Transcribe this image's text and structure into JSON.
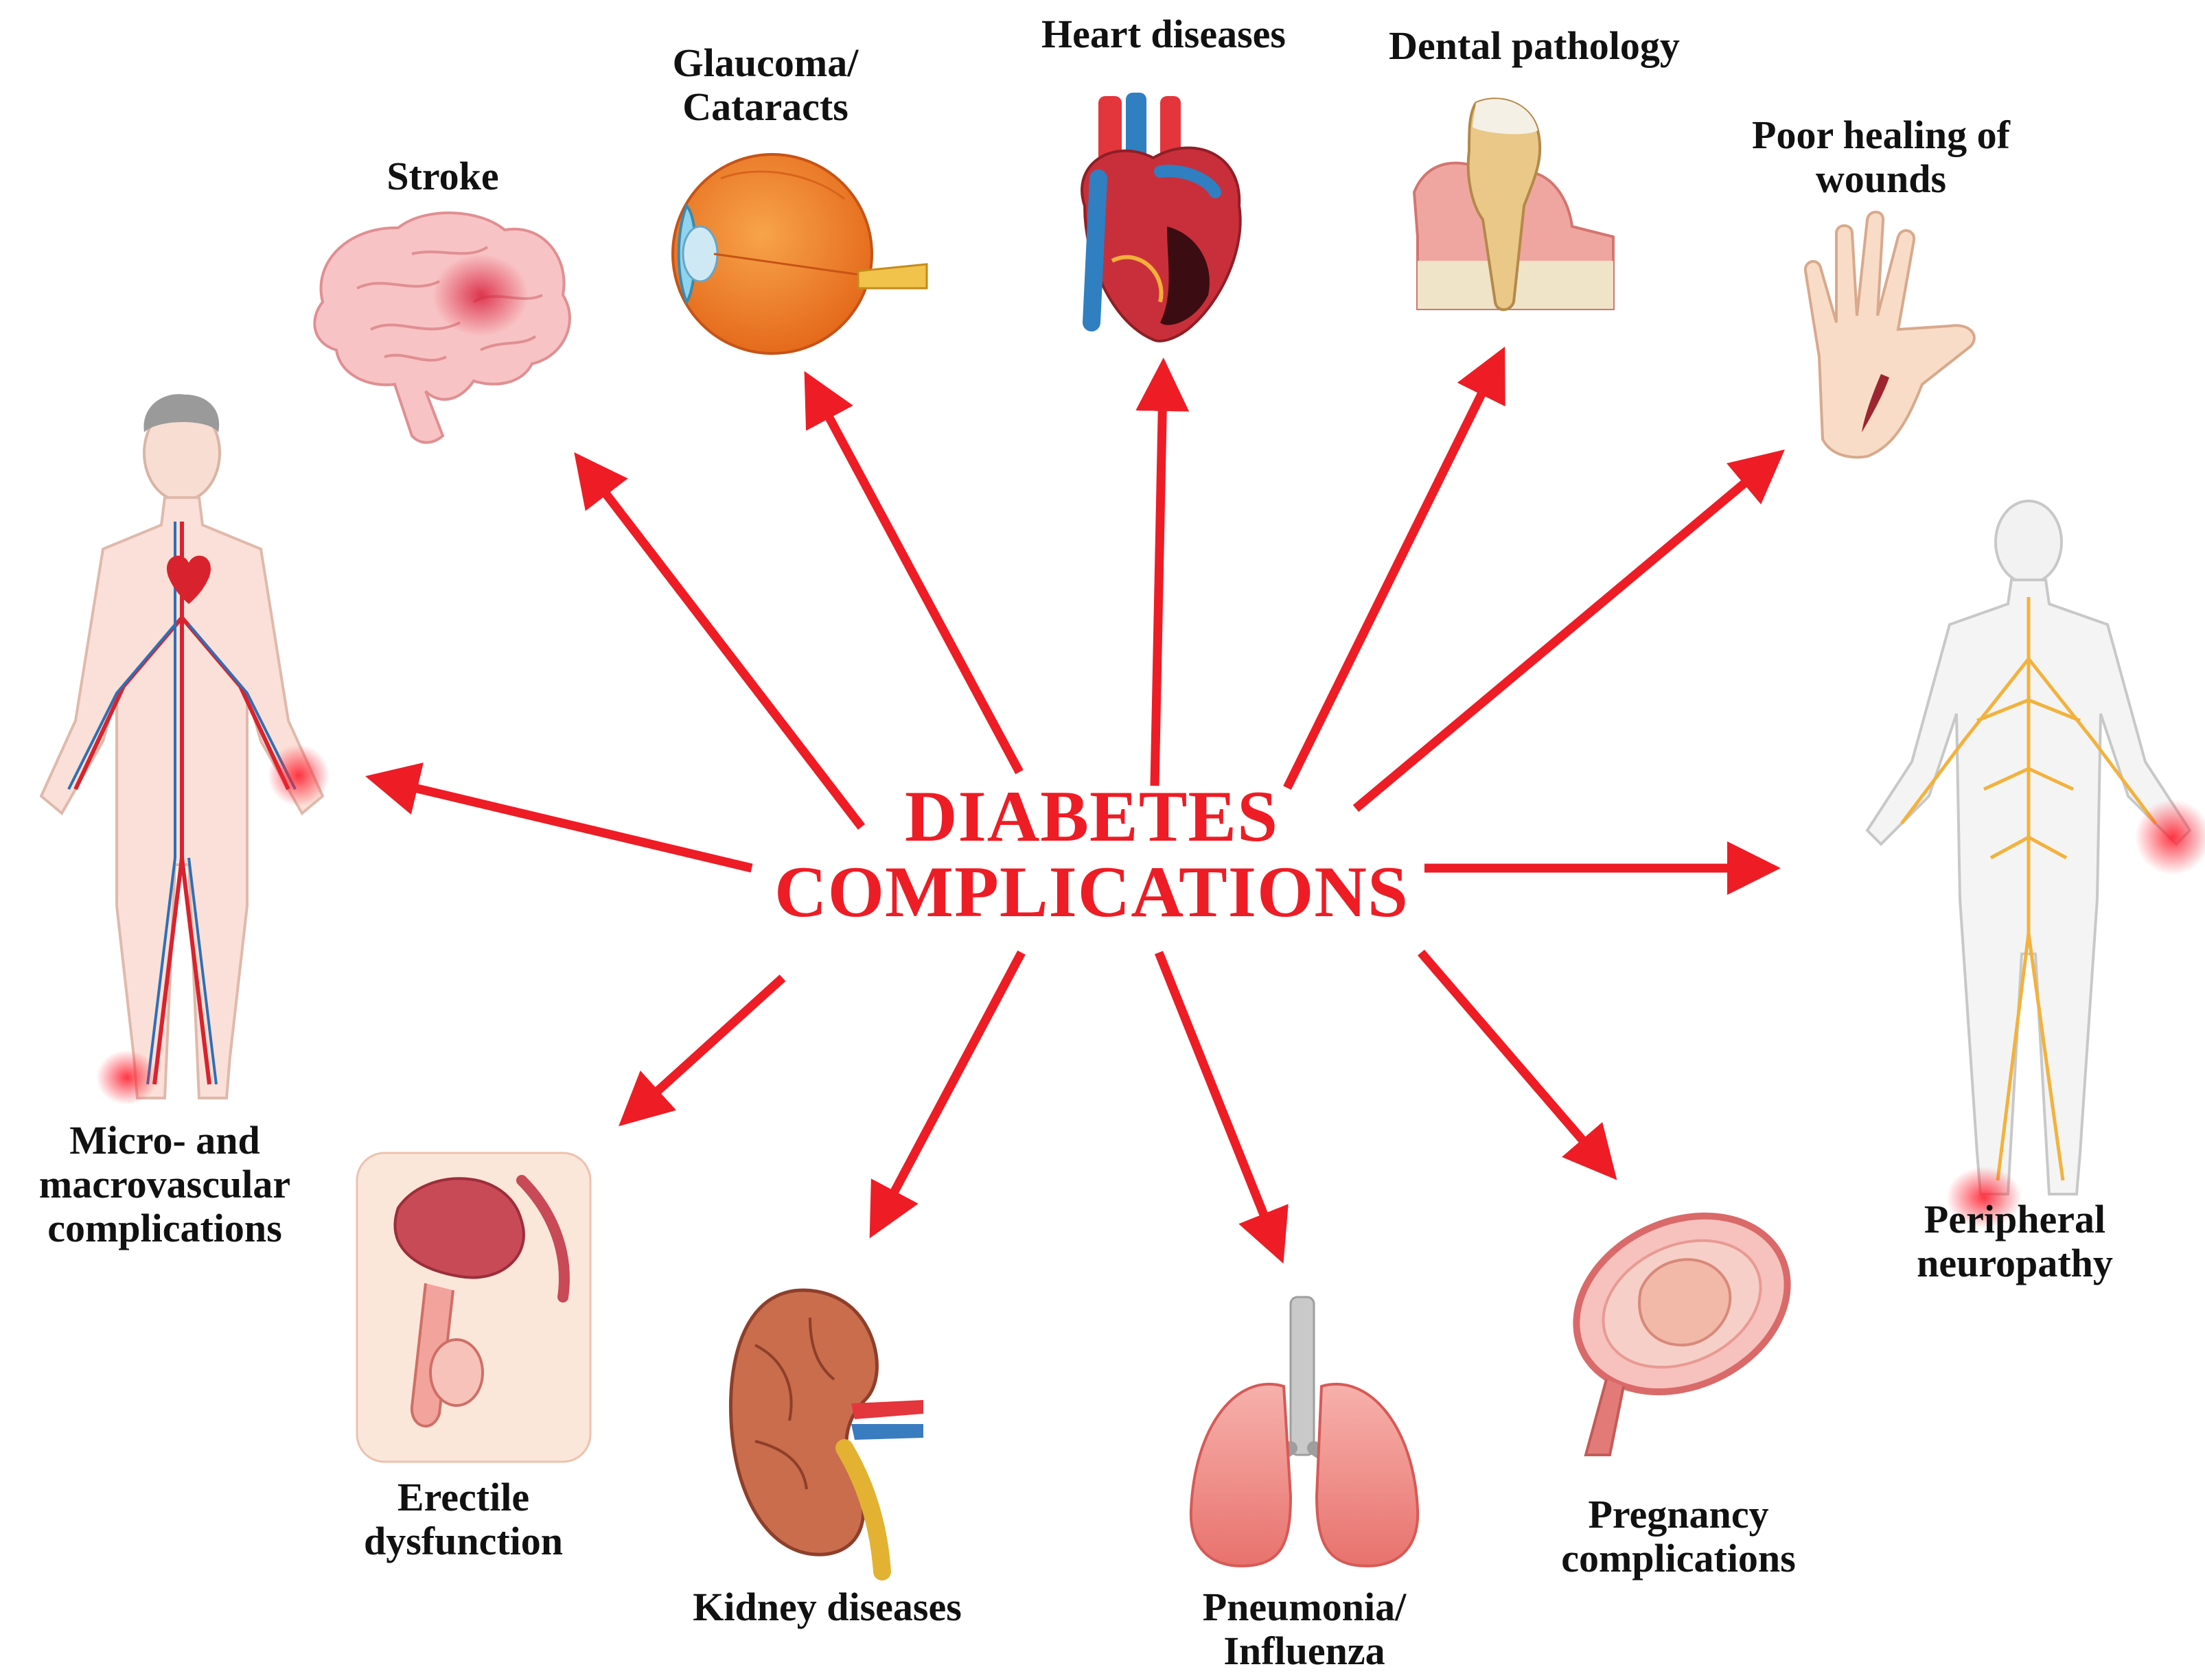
{
  "center": {
    "line1": "DIABETES",
    "line2": "COMPLICATIONS",
    "color": "#ee1c25"
  },
  "arrow_color": "#ee1c25",
  "complications": [
    {
      "id": "stroke",
      "lines": [
        "Stroke"
      ],
      "icon": "brain-icon"
    },
    {
      "id": "eye",
      "lines": [
        "Glaucoma/",
        "Cataracts"
      ],
      "icon": "eye-icon"
    },
    {
      "id": "heart",
      "lines": [
        "Heart diseases"
      ],
      "icon": "heart-icon"
    },
    {
      "id": "dental",
      "lines": [
        "Dental pathology"
      ],
      "icon": "tooth-icon"
    },
    {
      "id": "wounds",
      "lines": [
        "Poor healing of",
        "wounds"
      ],
      "icon": "wounded-hand-icon"
    },
    {
      "id": "neuropathy",
      "lines": [
        "Peripheral",
        "neuropathy"
      ],
      "icon": "nervous-system-body-icon"
    },
    {
      "id": "pregnancy",
      "lines": [
        "Pregnancy",
        "complications"
      ],
      "icon": "uterus-fetus-icon"
    },
    {
      "id": "pneumonia",
      "lines": [
        "Pneumonia/",
        "Influenza"
      ],
      "icon": "lungs-icon"
    },
    {
      "id": "kidney",
      "lines": [
        "Kidney diseases"
      ],
      "icon": "kidney-icon"
    },
    {
      "id": "erectile",
      "lines": [
        "Erectile",
        "dysfunction"
      ],
      "icon": "male-pelvis-icon"
    },
    {
      "id": "vascular",
      "lines": [
        "Micro- and",
        "macrovascular",
        "complications"
      ],
      "icon": "circulatory-system-body-icon"
    }
  ]
}
